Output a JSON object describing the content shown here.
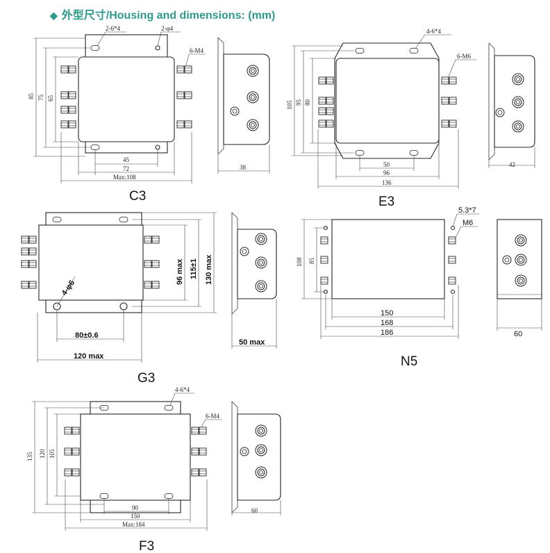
{
  "heading": {
    "diamond": "◆",
    "text": "外型尺寸/Housing and dimensions: (mm)"
  },
  "c3": {
    "label": "C3",
    "slots": "2-6*4",
    "holes": "2-φ4",
    "studs": "6-M4",
    "h85": "85",
    "h75": "75",
    "h65": "65",
    "w45": "45",
    "w72": "72",
    "wmax": "Max:108",
    "side": "38"
  },
  "e3": {
    "label": "E3",
    "slots": "4-6*4",
    "studs": "6-M6",
    "h105": "105",
    "h95": "95",
    "h80": "80",
    "w50": "50",
    "w96": "96",
    "w136": "136",
    "side": "42"
  },
  "g3": {
    "label": "G3",
    "h96": "96 max",
    "h115": "115±1",
    "h130": "130 max",
    "w80": "80±0.6",
    "w120": "120 max",
    "holes": "4-φ6",
    "side": "50 max"
  },
  "n5": {
    "label": "N5",
    "slots": "5.3*7",
    "studs": "M6",
    "h108": "108",
    "h85": "85",
    "w150": "150",
    "w168": "168",
    "w186": "186",
    "side": "60"
  },
  "f3": {
    "label": "F3",
    "slots": "4-6*4",
    "studs": "6-M4",
    "h135": "135",
    "h120": "120",
    "h105": "105",
    "w90": "90",
    "w150": "150",
    "wmax": "Max:184",
    "side": "60"
  }
}
